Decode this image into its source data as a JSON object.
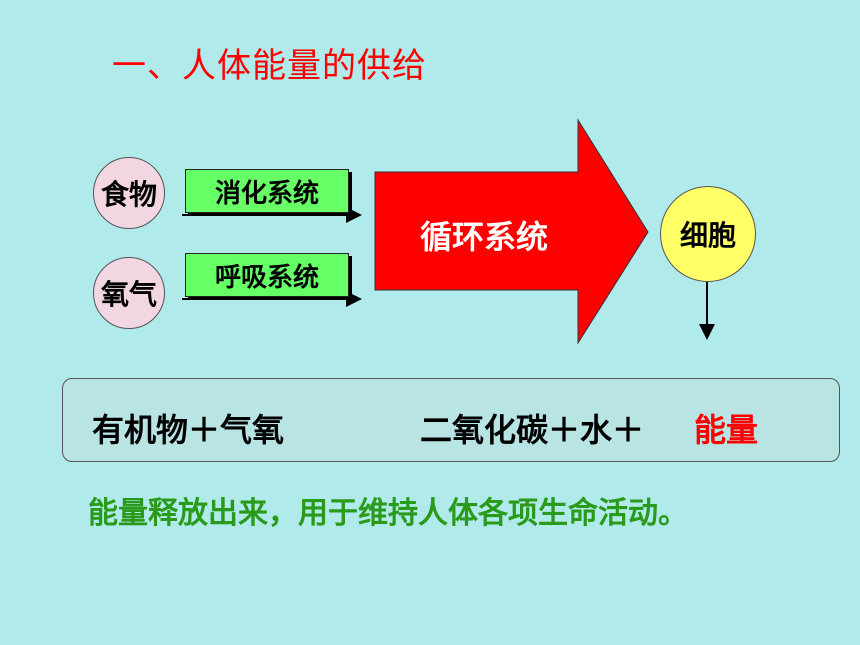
{
  "title": "一、人体能量的供给",
  "inputs": {
    "food": "食物",
    "oxygen": "氧气"
  },
  "systems": {
    "digestive": "消化系统",
    "respiratory": "呼吸系统",
    "circulatory": "循环系统"
  },
  "cell": "细胞",
  "equation": {
    "reactants": "有机物＋气氧",
    "products": "二氧化碳＋水＋",
    "energy": "能量"
  },
  "conclusion": "能量释放出来，用于维持人体各项生命活动。",
  "colors": {
    "background": "#b1eaeb",
    "title": "#ff0000",
    "big_arrow": "#ff0000",
    "system_box": "#66ff66",
    "cell": "#ffff66",
    "input_circle": "#f2d7e2",
    "conclusion": "#2a9a1a"
  }
}
